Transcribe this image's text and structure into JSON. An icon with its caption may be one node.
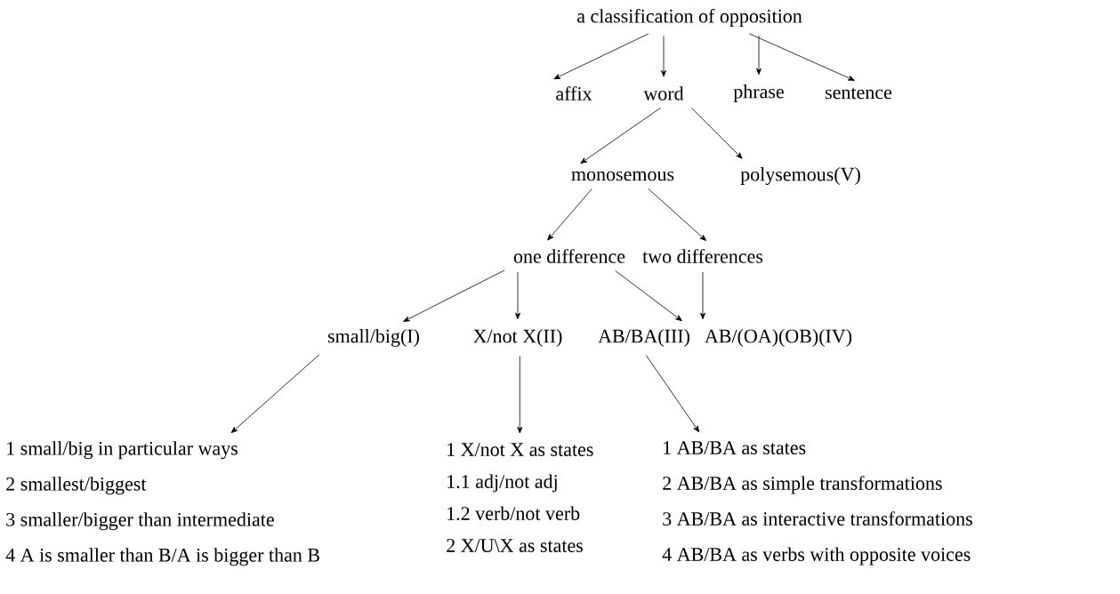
{
  "diagram": {
    "nodes": [
      {
        "text": [
          "a classification of opposition"
        ]
      },
      {
        "text": [
          "affix"
        ]
      },
      {
        "text": [
          "word"
        ]
      },
      {
        "text": [
          "phrase"
        ]
      },
      {
        "text": [
          "sentence"
        ]
      },
      {
        "text": [
          "monosemous"
        ]
      },
      {
        "text": [
          "polysemous(V)"
        ]
      },
      {
        "text": [
          "one difference"
        ]
      },
      {
        "text": [
          "two differences"
        ]
      },
      {
        "text": [
          "small/big(I)"
        ]
      },
      {
        "text": [
          "X/not X(II)"
        ]
      },
      {
        "text": [
          "AB/BA(III)"
        ]
      },
      {
        "text": [
          "AB/(OA)(OB)(IV)"
        ]
      },
      {
        "text": [
          "1 small/big in particular ways",
          "2 smallest/biggest",
          "3 smaller/bigger than intermediate",
          "4 A is smaller than B/A is bigger than B"
        ]
      },
      {
        "text": [
          "1 X/not X as states",
          "1.1 adj/not adj",
          "1.2 verb/not verb",
          "2 X/U\\X as states"
        ]
      },
      {
        "text": [
          "1 AB/BA as states",
          "2 AB/BA as simple transformations",
          "3 AB/BA as interactive transformations",
          "4 AB/BA as verbs with opposite voices"
        ]
      }
    ],
    "edges": [
      {
        "from": 0,
        "to": 1,
        "arrow": "to"
      },
      {
        "from": 0,
        "to": 2,
        "arrow": "to"
      },
      {
        "from": 0,
        "to": 3,
        "arrow": "to"
      },
      {
        "from": 0,
        "to": 4,
        "arrow": "to"
      },
      {
        "from": 2,
        "to": 5,
        "arrow": "to"
      },
      {
        "from": 2,
        "to": 6,
        "arrow": "to"
      },
      {
        "from": 5,
        "to": 7,
        "arrow": "to"
      },
      {
        "from": 5,
        "to": 8,
        "arrow": "to"
      },
      {
        "from": 7,
        "to": 9,
        "arrow": "to"
      },
      {
        "from": 7,
        "to": 10,
        "arrow": "to"
      },
      {
        "from": 7,
        "to": 11,
        "arrow": "to"
      },
      {
        "from": 8,
        "to": 12,
        "arrow": "to"
      },
      {
        "from": 9,
        "to": 13,
        "arrow": "to"
      },
      {
        "from": 10,
        "to": 14,
        "arrow": "to"
      },
      {
        "from": 11,
        "to": 15,
        "arrow": "to"
      }
    ]
  }
}
